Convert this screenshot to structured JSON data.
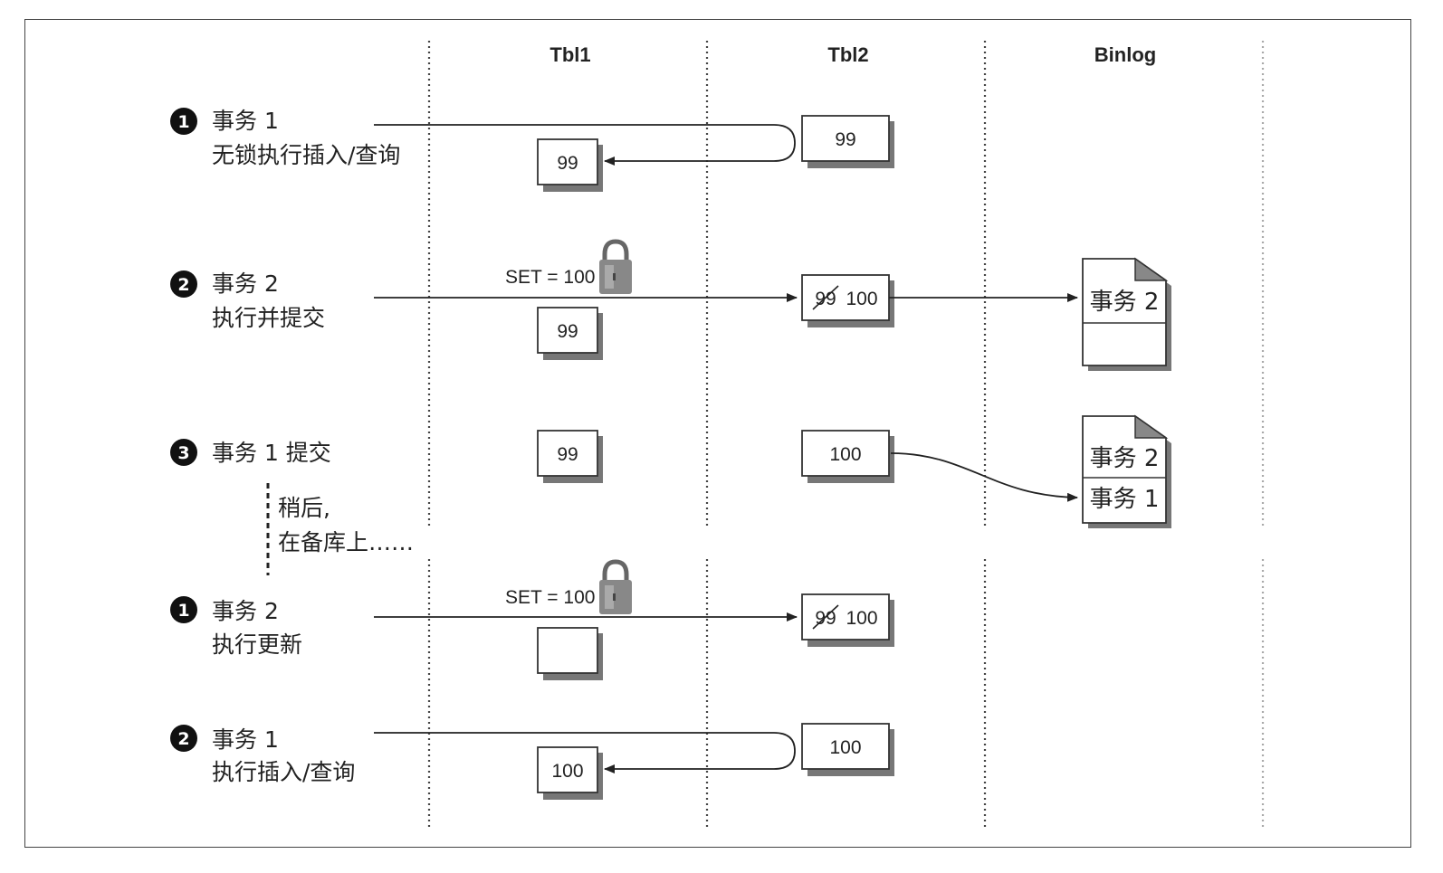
{
  "columns": [
    "Tbl1",
    "Tbl2",
    "Binlog"
  ],
  "steps": [
    {
      "badge": "1",
      "line1": "事务 1",
      "line2": "无锁执行插入/查询"
    },
    {
      "badge": "2",
      "line1": "事务 2",
      "line2": "执行并提交"
    },
    {
      "badge": "3",
      "line1": "事务 1 提交",
      "line2": ""
    },
    {
      "badge": "1",
      "line1": "事务 2",
      "line2": "执行更新"
    },
    {
      "badge": "2",
      "line1": "事务 1",
      "line2": "执行插入/查询"
    }
  ],
  "later_note": {
    "line1": "稍后,",
    "line2": "在备库上……"
  },
  "set_labels": [
    "SET = 100",
    "SET = 100"
  ],
  "values": {
    "row1_tbl1": "99",
    "row1_tbl2": "99",
    "row2_tbl1": "99",
    "row2_tbl2_old": "99",
    "row2_tbl2_new": "100",
    "row3_tbl1": "99",
    "row3_tbl2": "100",
    "row4_tbl1": "",
    "row4_tbl2_old": "99",
    "row4_tbl2_new": "100",
    "row5_tbl1": "100",
    "row5_tbl2": "100"
  },
  "binlog_a": [
    "事务 2"
  ],
  "binlog_b": [
    "事务 2",
    "事务 1"
  ]
}
